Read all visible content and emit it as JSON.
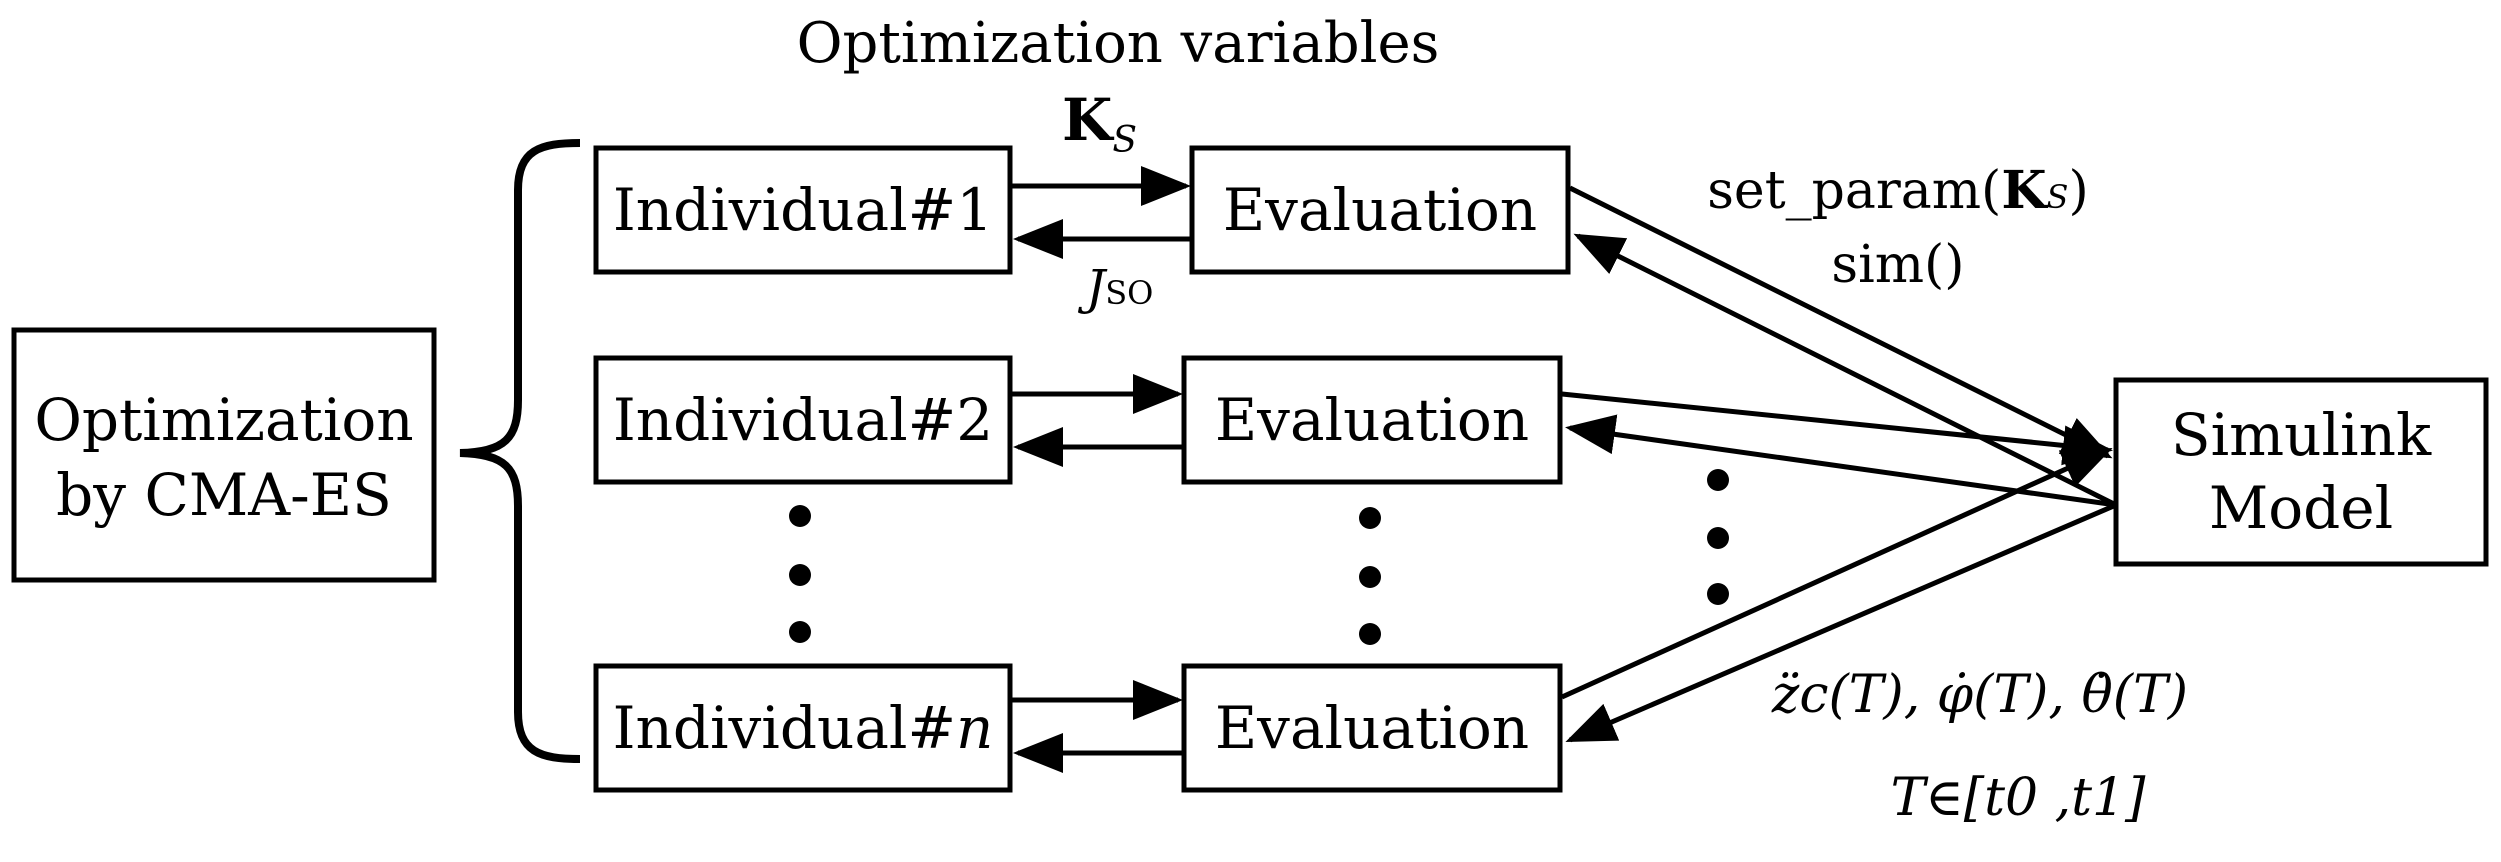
{
  "title": "Optimization variables",
  "optimizer": {
    "line1": "Optimization",
    "line2": "by CMA-ES"
  },
  "individuals": [
    "Individual#1",
    "Individual#2",
    "Individual#"
  ],
  "individual_n_suffix": "n",
  "evaluation_label": "Evaluation",
  "model": {
    "line1": "Simulink",
    "line2": "Model"
  },
  "vars_symbol": {
    "main": "K",
    "sub": "S"
  },
  "cost_symbol": {
    "main": "J",
    "sub": "SO"
  },
  "sim_call": {
    "line1_pre": "set_param(",
    "line1_bold": "K",
    "line1_sub": "S",
    "line1_post": ")",
    "line2": "sim()"
  },
  "outputs": {
    "line1": "z̈c(T), φ̇(T), θ̇(T)",
    "line2": "T∈[t0 ,t1]"
  }
}
